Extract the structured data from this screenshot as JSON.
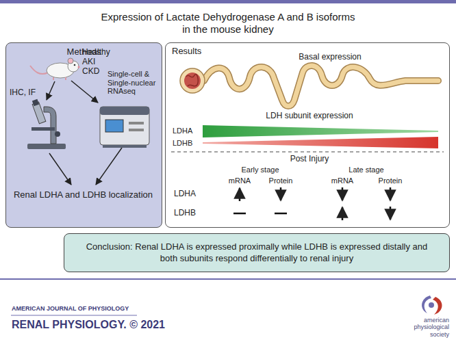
{
  "diagram": {
    "title": "Expression of Lactate Dehydrogenase A and B isoforms in the mouse kidney",
    "nodes": [
      {
        "text": [
          "Methods"
        ]
      },
      {
        "text": [
          "Results"
        ]
      },
      {
        "text": [
          "Conclusion: Renal LDHA is expressed proximally while LDHB is expressed distally and both subunits respond differentially to renal injury"
        ]
      }
    ],
    "labels": [
      "Healthy AKI CKD",
      "IHC, IF",
      "Single-cell & Single-nuclear RNAseq",
      "Renal LDHA and LDHB localization",
      "Basal expression",
      "LDH subunit expression",
      "LDHA",
      "LDHB",
      "Post Injury",
      "Early stage",
      "Late stage",
      "mRNA",
      "Protein",
      "mRNA",
      "Protein",
      "LDHA",
      "LDHB",
      "AMERICAN JOURNAL OF PHYSIOLOGY",
      "RENAL PHYSIOLOGY. © 2021",
      "american physiological society"
    ]
  }
}
